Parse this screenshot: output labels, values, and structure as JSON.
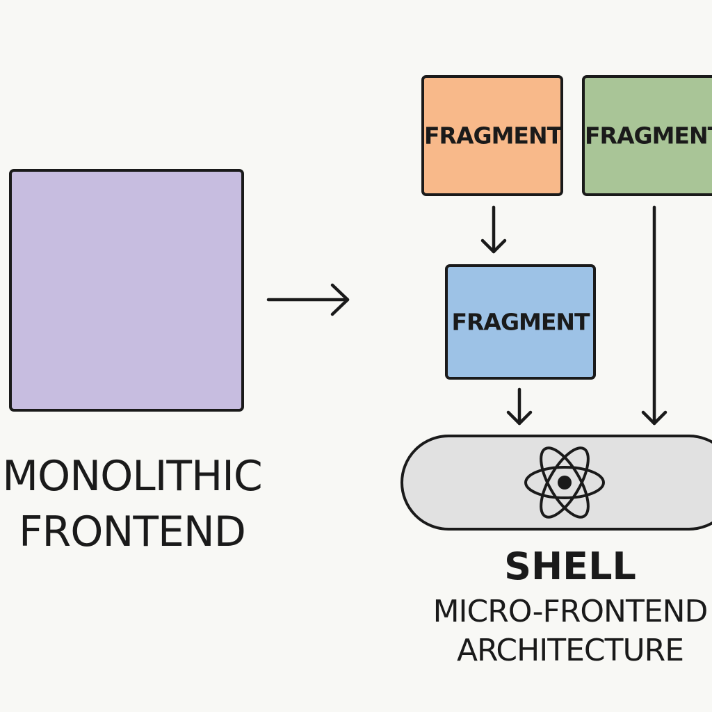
{
  "monolith": {
    "label_line1": "MONOLITHIC",
    "label_line2": "FRONTEND",
    "color": "#c7bde0"
  },
  "fragments": [
    {
      "label": "FRAGMENT",
      "color": "#f8b98a"
    },
    {
      "label": "FRAGMENT",
      "color": "#a9c597"
    },
    {
      "label": "FRAGMENT",
      "color": "#9dc2e6"
    }
  ],
  "shell": {
    "title": "SHELL",
    "subtitle_line1": "MICRO-FRONTEND",
    "subtitle_line2": "ARCHITECTURE",
    "icon": "react-atom-icon",
    "color": "#e1e1e1"
  },
  "colors": {
    "stroke": "#1a1a1a",
    "background": "#f8f8f5"
  }
}
